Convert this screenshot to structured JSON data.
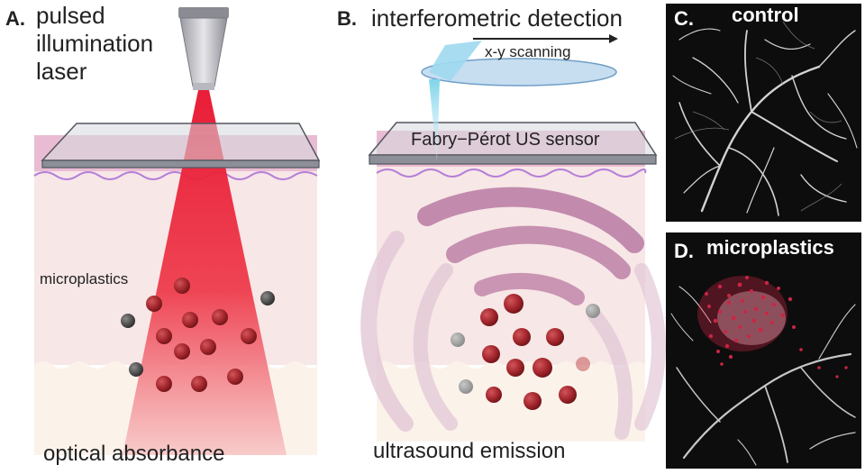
{
  "panel_a": {
    "label": "A.",
    "title_lines": [
      "pulsed",
      "illumination",
      "laser"
    ],
    "particles_label": "microplastics",
    "caption": "optical absorbance"
  },
  "panel_b": {
    "label": "B.",
    "title": "interferometric detection",
    "scan_label": "x-y scanning",
    "sensor_label": "Fabry−Pérot US sensor",
    "caption": "ultrasound emission"
  },
  "panel_c": {
    "label": "C.",
    "title": "control"
  },
  "panel_d": {
    "label": "D.",
    "title": "microplastics"
  },
  "colors": {
    "laser": "#e8112d",
    "particle": "#a3262c",
    "particle_dark": "#444444",
    "skin_top": "#e9bcd3",
    "skin_body": "#f7e7e7",
    "skin_base": "#fbf3ea",
    "wave": "#b97aa2",
    "probe": "#7fd4ea",
    "vessel": "#e8e8e8",
    "photo_bg": "#0d0d0d",
    "overlay": "#e0284a"
  }
}
